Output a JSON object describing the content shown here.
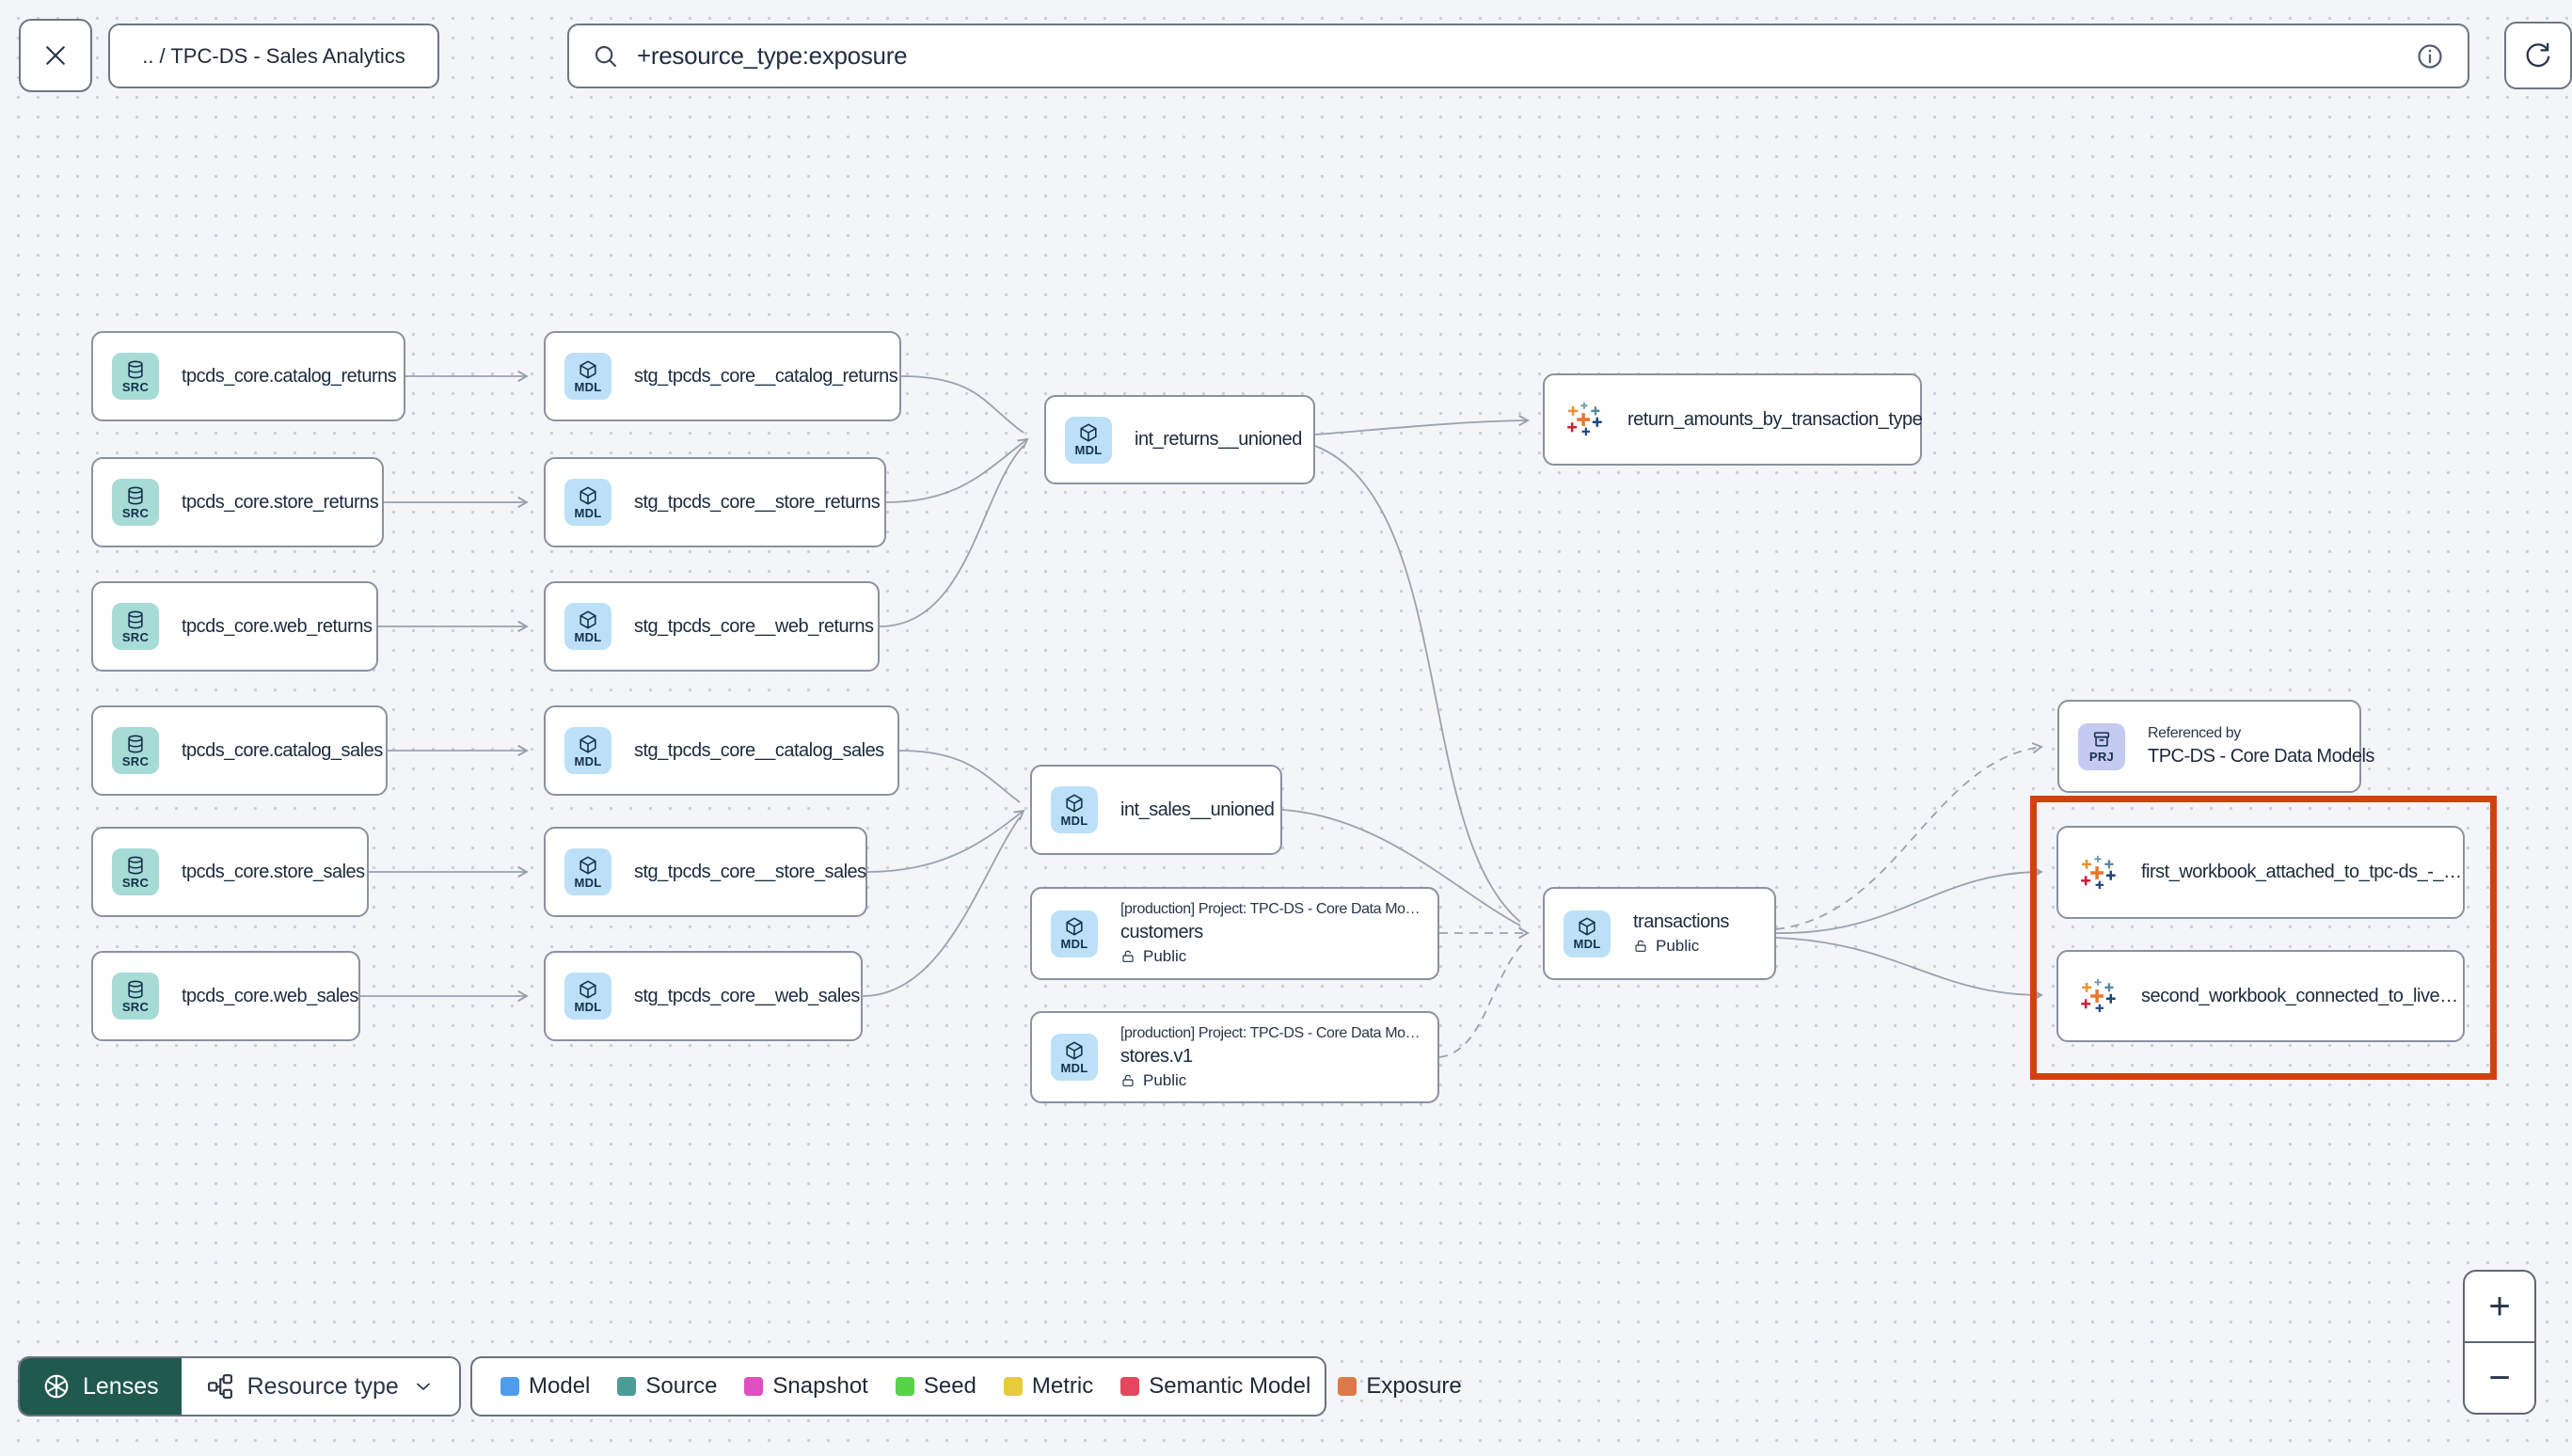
{
  "topbar": {
    "breadcrumb": ".. / TPC-DS - Sales Analytics",
    "search": {
      "value": "+resource_type:exposure"
    }
  },
  "graph": {
    "sources": [
      {
        "badge": "SRC",
        "label": "tpcds_core.catalog_returns"
      },
      {
        "badge": "SRC",
        "label": "tpcds_core.store_returns"
      },
      {
        "badge": "SRC",
        "label": "tpcds_core.web_returns"
      },
      {
        "badge": "SRC",
        "label": "tpcds_core.catalog_sales"
      },
      {
        "badge": "SRC",
        "label": "tpcds_core.store_sales"
      },
      {
        "badge": "SRC",
        "label": "tpcds_core.web_sales"
      }
    ],
    "staging": [
      {
        "badge": "MDL",
        "label": "stg_tpcds_core__catalog_returns"
      },
      {
        "badge": "MDL",
        "label": "stg_tpcds_core__store_returns"
      },
      {
        "badge": "MDL",
        "label": "stg_tpcds_core__web_returns"
      },
      {
        "badge": "MDL",
        "label": "stg_tpcds_core__catalog_sales"
      },
      {
        "badge": "MDL",
        "label": "stg_tpcds_core__store_sales"
      },
      {
        "badge": "MDL",
        "label": "stg_tpcds_core__web_sales"
      }
    ],
    "int_returns": {
      "badge": "MDL",
      "label": "int_returns__unioned"
    },
    "int_sales": {
      "badge": "MDL",
      "label": "int_sales__unioned"
    },
    "customers": {
      "badge": "MDL",
      "project": "[production] Project: TPC-DS - Core Data Mo…",
      "label": "customers",
      "access": "Public"
    },
    "stores": {
      "badge": "MDL",
      "project": "[production] Project: TPC-DS - Core Data Mo…",
      "label": "stores.v1",
      "access": "Public"
    },
    "transactions": {
      "badge": "MDL",
      "label": "transactions",
      "access": "Public"
    },
    "exposure_returns": {
      "label": "return_amounts_by_transaction_type"
    },
    "project_ref": {
      "badge": "PRJ",
      "ref_text": "Referenced by",
      "label": "TPC-DS - Core Data Models"
    },
    "workbook_first": {
      "label": "first_workbook_attached_to_tpc-ds_-_…"
    },
    "workbook_second": {
      "label": "second_workbook_connected_to_live…"
    }
  },
  "footer": {
    "lenses": "Lenses",
    "resource_type": "Resource type",
    "legend": [
      {
        "label": "Model",
        "color": "#4C9EEA"
      },
      {
        "label": "Source",
        "color": "#4C9B97"
      },
      {
        "label": "Snapshot",
        "color": "#DF4FC1"
      },
      {
        "label": "Seed",
        "color": "#57D348"
      },
      {
        "label": "Metric",
        "color": "#E8CB3C"
      },
      {
        "label": "Semantic Model",
        "color": "#E5475F"
      },
      {
        "label": "Exposure",
        "color": "#DD7A49"
      }
    ]
  },
  "zoom_controls": {
    "zoom_in": "+",
    "zoom_out": "−"
  },
  "highlight_color": "#D2400E"
}
